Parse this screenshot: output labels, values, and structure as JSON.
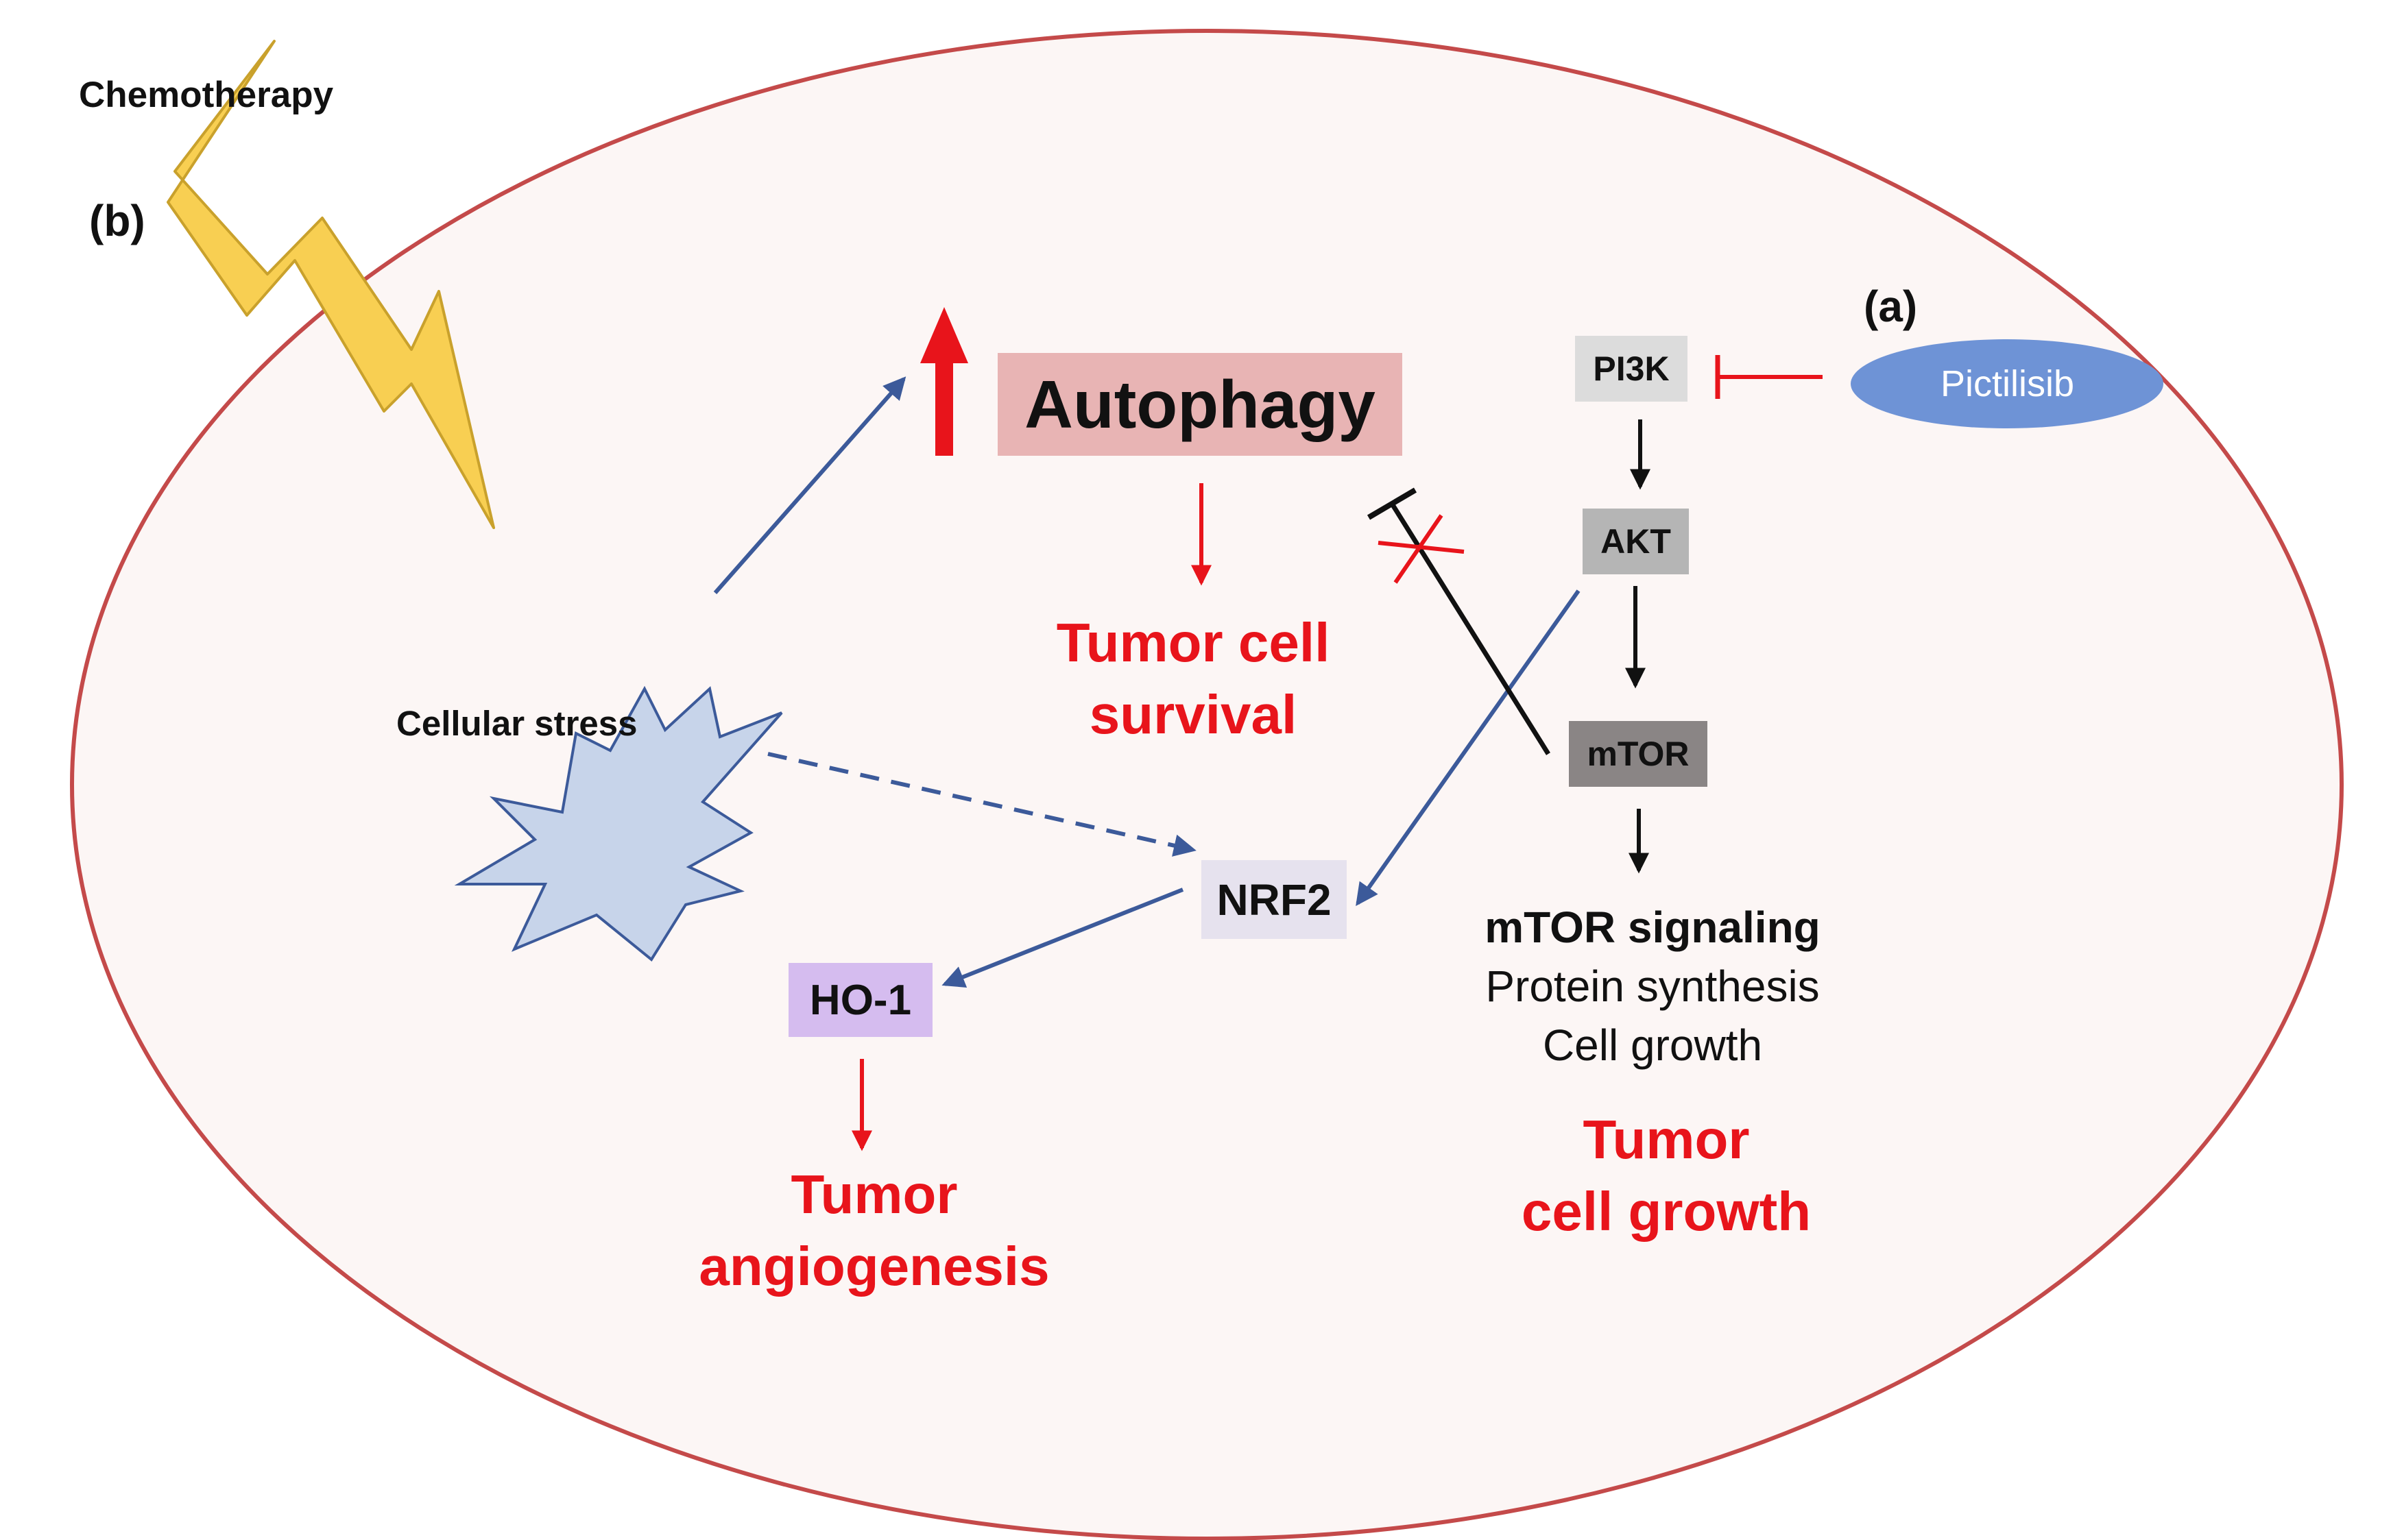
{
  "labels": {
    "panel_b": "(b)",
    "panel_a": "(a)",
    "chemotherapy": "Chemotherapy",
    "cellular_stress": "Cellular stress",
    "autophagy": "Autophagy",
    "pi3k": "PI3K",
    "akt": "AKT",
    "mtor": "mTOR",
    "nrf2": "NRF2",
    "ho1": "HO-1",
    "pictilisib": "Pictilisib"
  },
  "outcomes": {
    "survival_line1": "Tumor cell",
    "survival_line2": "survival",
    "angiogenesis_line1": "Tumor",
    "angiogenesis_line2": "angiogenesis",
    "growth_line1": "Tumor",
    "growth_line2": "cell growth"
  },
  "mtor_signaling": {
    "title": "mTOR signaling",
    "line2": "Protein synthesis",
    "line3": "Cell growth"
  },
  "colors": {
    "cell_fill": "#fcf6f5",
    "cell_border": "#c44a4a",
    "blue_arrow": "#3c5a9a",
    "red_accent": "#e8141b",
    "star_fill": "#c7d4ea",
    "bolt_fill": "#f8cf52",
    "autophagy_box": "#e8b4b4",
    "pi3k_box": "#dcdcdc",
    "akt_box": "#b5b5b5",
    "mtor_box": "#8a8585",
    "nrf2_box": "#e6e2ee",
    "ho1_box": "#d5bcef",
    "pictilisib_fill": "#6e93d6"
  }
}
